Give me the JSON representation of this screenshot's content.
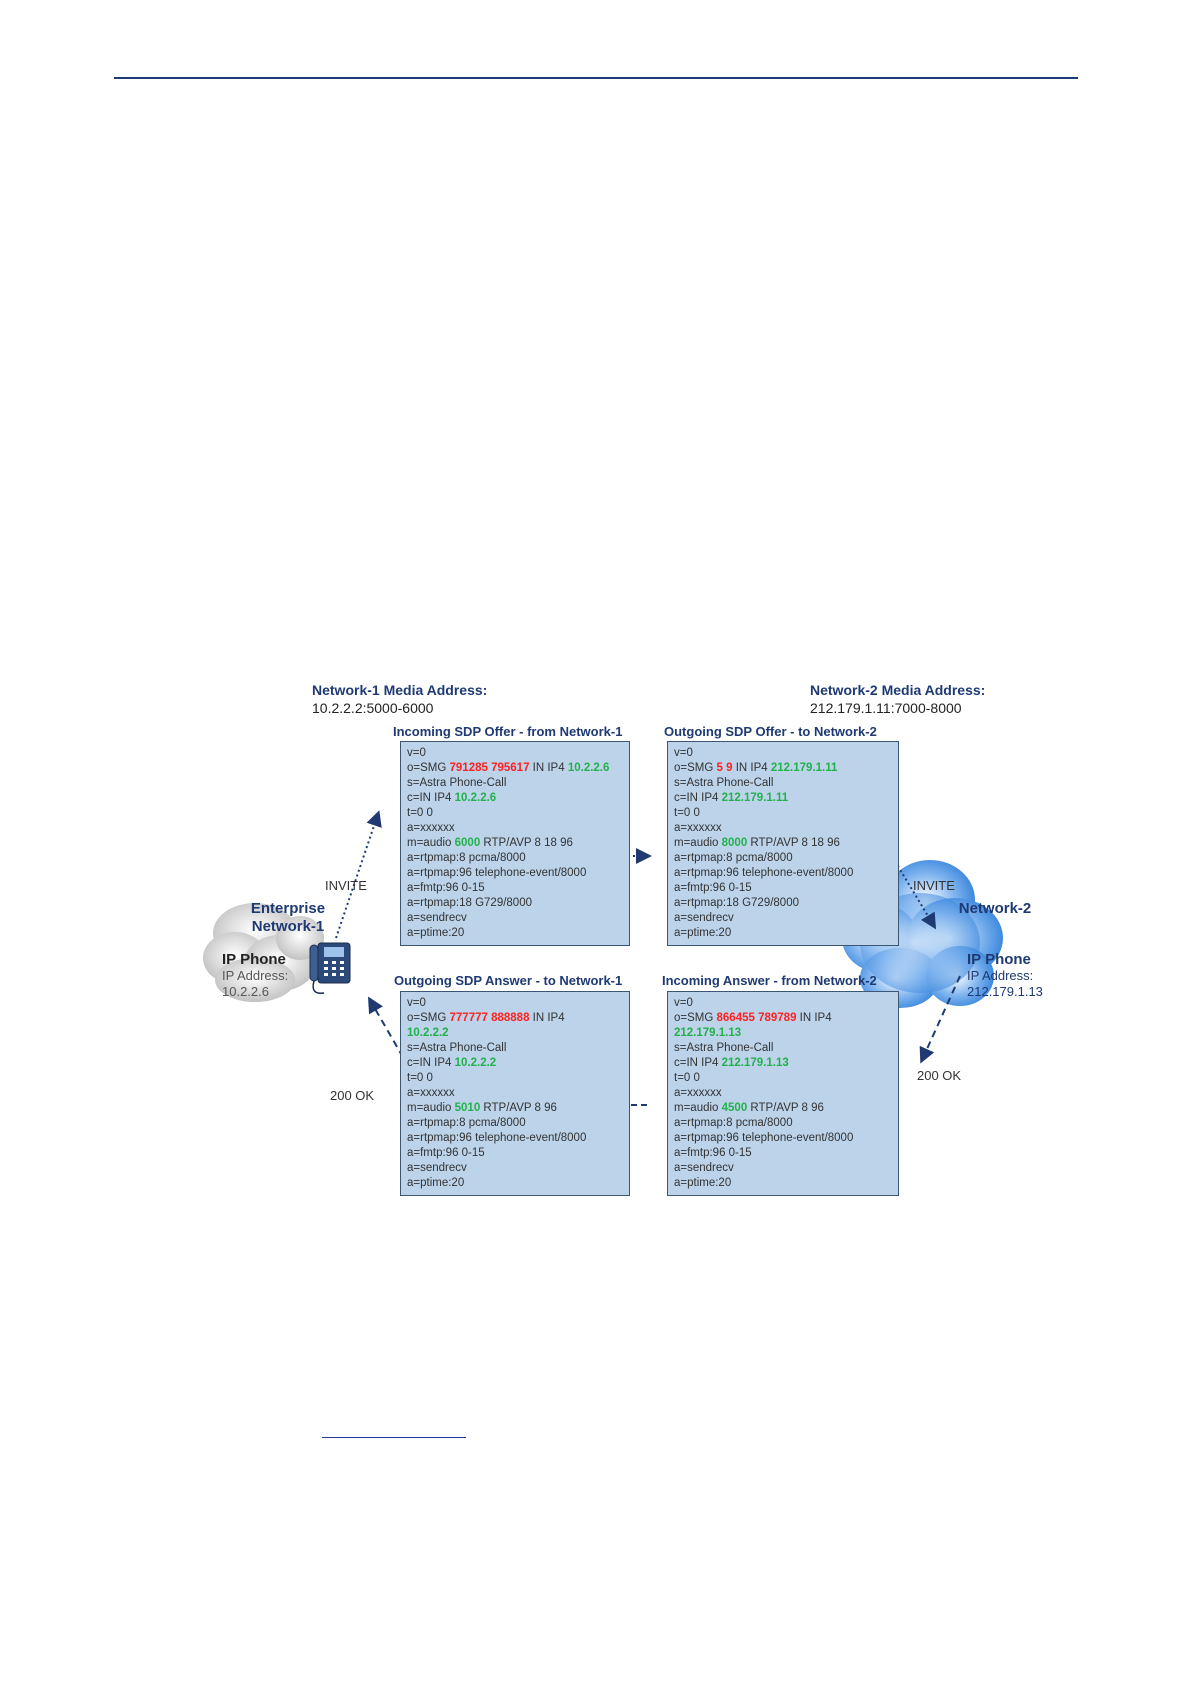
{
  "net1_header": {
    "title": "Network-1  Media Address:",
    "address": "10.2.2.2:5000-6000"
  },
  "net2_header": {
    "title": "Network-2  Media Address:",
    "address": "212.179.1.11:7000-8000"
  },
  "boxes": {
    "in_offer": {
      "title": "Incoming SDP Offer - from Network-1",
      "v": "v=0",
      "o_pre": "o=SMG ",
      "o_red": "791285 795617",
      "o_mid": " IN IP4 ",
      "o_grn": "10.2.2.6",
      "s": "s=Astra Phone-Call",
      "c_pre": "c=IN IP4 ",
      "c_grn": "10.2.2.6",
      "t": "t=0 0",
      "a1": "a=xxxxxx",
      "m_pre": "m=audio ",
      "m_grn": "6000",
      "m_post": " RTP/AVP 8 18 96",
      "l1": "a=rtpmap:8 pcma/8000",
      "l2": "a=rtpmap:96 telephone-event/8000",
      "l3": "a=fmtp:96 0-15",
      "l4": "a=rtpmap:18 G729/8000",
      "l5": "a=sendrecv",
      "l6": "a=ptime:20"
    },
    "out_offer": {
      "title": "Outgoing  SDP Offer - to Network-2",
      "v": "v=0",
      "o_pre": "o=SMG ",
      "o_red": "5  9",
      "o_mid": "  IN IP4 ",
      "o_grn": "212.179.1.11",
      "s": "s=Astra Phone-Call",
      "c_pre": "c=IN IP4 ",
      "c_grn": "212.179.1.11",
      "t": "t=0 0",
      "a1": "a=xxxxxx",
      "m_pre": "m=audio ",
      "m_grn": "8000",
      "m_post": " RTP/AVP 8 18 96",
      "l1": "a=rtpmap:8 pcma/8000",
      "l2": "a=rtpmap:96 telephone-event/8000",
      "l3": "a=fmtp:96 0-15",
      "l4": "a=rtpmap:18 G729/8000",
      "l5": "a=sendrecv",
      "l6": "a=ptime:20"
    },
    "out_answer": {
      "title": "Outgoing  SDP Answer - to Network-1",
      "v": "v=0",
      "o_pre": "o=SMG ",
      "o_red": "777777 888888",
      "o_mid": " IN IP4",
      "o_grn": "10.2.2.2",
      "s": "s=Astra Phone-Call",
      "c_pre": "c=IN IP4 ",
      "c_grn": "10.2.2.2",
      "t": "t=0 0",
      "a1": "a=xxxxxx",
      "m_pre": "m=audio ",
      "m_grn": "5010",
      "m_post": " RTP/AVP 8 96",
      "l1": "a=rtpmap:8 pcma/8000",
      "l2": "a=rtpmap:96 telephone-event/8000",
      "l3": "a=fmtp:96 0-15",
      "l5": "a=sendrecv",
      "l6": "a=ptime:20"
    },
    "in_answer": {
      "title": "Incoming Answer - from Network-2",
      "v": "v=0",
      "o_pre": "o=SMG ",
      "o_red": "866455 789789",
      "o_mid": "  IN IP4",
      "o_grn": "212.179.1.13",
      "s": "s=Astra Phone-Call",
      "c_pre": "c=IN IP4 ",
      "c_grn": "212.179.1.13",
      "t": "t=0 0",
      "a1": "a=xxxxxx",
      "m_pre": "m=audio ",
      "m_grn": "4500",
      "m_post": " RTP/AVP 8 96",
      "l1": "a=rtpmap:8 pcma/8000",
      "l2": "a=rtpmap:96 telephone-event/8000",
      "l3": "a=fmtp:96 0-15",
      "l5": "a=sendrecv",
      "l6": "a=ptime:20"
    }
  },
  "labels": {
    "invite_left": "INVITE",
    "invite_right": "INVITE",
    "ok_left": "200 OK",
    "ok_right": "200 OK",
    "enterprise_l1": "Enterprise",
    "enterprise_l2": "Network-1",
    "network2": "Network-2"
  },
  "phone1": {
    "title": "IP Phone",
    "line1": "IP Address:",
    "line2": "10.2.2.6"
  },
  "phone2": {
    "title": "IP Phone",
    "line1": "IP Address:",
    "line2": "212.179.1.13"
  },
  "colors": {
    "box_fill": "#bcd3ea",
    "title_blue": "#1f3a73",
    "red": "#ff2020",
    "green": "#22b14c",
    "cloud_gray": "#d8d8d8",
    "cloud_blue": "#4a90e2"
  }
}
